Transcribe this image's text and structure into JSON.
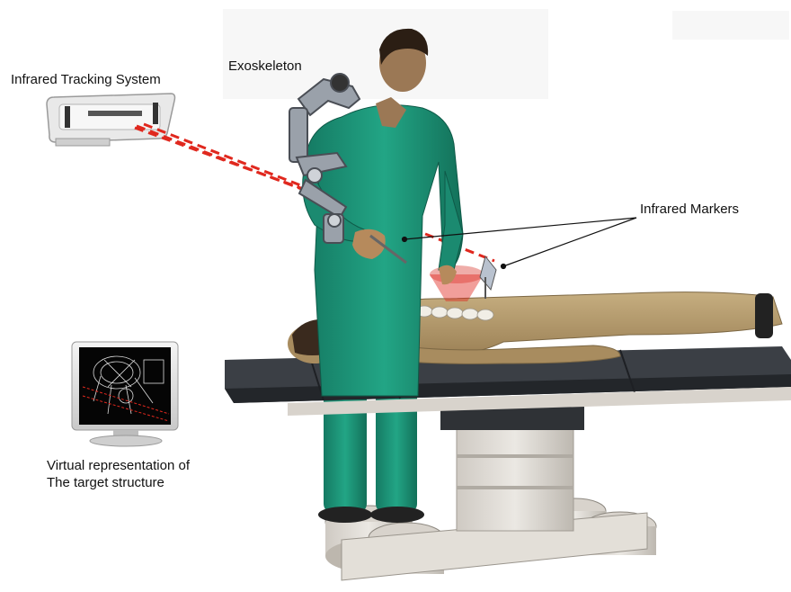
{
  "labels": {
    "tracking_system": "Infrared Tracking System",
    "exoskeleton": "Exoskeleton",
    "infrared_markers": "Infrared Markers",
    "virtual_line1": "Virtual representation of",
    "virtual_line2": "The target structure"
  },
  "colors": {
    "scrubs": "#1f9a7c",
    "skin": "#b49a6c",
    "table_top": "#3b3f45",
    "laser": "#e0281e"
  }
}
